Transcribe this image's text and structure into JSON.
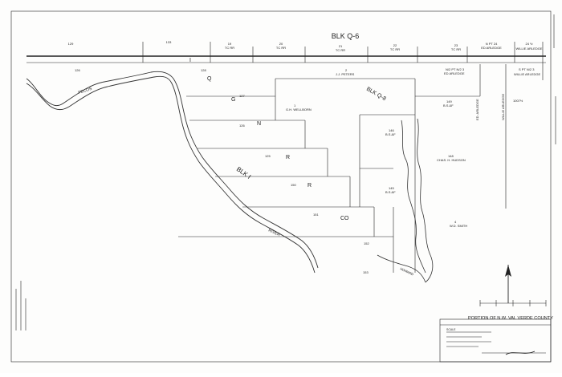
{
  "title_block": {
    "title": "PORTION OF N.W. VAL VERDE COUNTY",
    "scale_label": "SCALE"
  },
  "block_labels": {
    "blk_q6": "BLK Q-6",
    "blk_q8": "BLK Q-8",
    "blk_i": "BLK I",
    "grnrr_letters": [
      "G",
      "N",
      "R",
      "R",
      "CO"
    ],
    "i_letter": "I",
    "q_letter": "Q"
  },
  "top_sections": [
    {
      "num": "129",
      "owner": ""
    },
    {
      "num": "133",
      "owner": ""
    },
    {
      "num": "19",
      "owner": "TC RR"
    },
    {
      "num": "20",
      "owner": "TC RR"
    },
    {
      "num": "21",
      "owner": "TC RR"
    },
    {
      "num": "22",
      "owner": "TC RR"
    },
    {
      "num": "23",
      "owner": "TC RR"
    },
    {
      "num": "N PT 24",
      "owner": "ED ARLEDGE"
    },
    {
      "num": "24 ½",
      "owner": "WILLIE ARLEDGE"
    }
  ],
  "sections": [
    {
      "num": "126",
      "owner": ""
    },
    {
      "num": "128",
      "owner": ""
    },
    {
      "num": "127",
      "owner": ""
    },
    {
      "num": "126",
      "owner": ""
    },
    {
      "num": "125",
      "owner": ""
    },
    {
      "num": "150",
      "owner": ""
    },
    {
      "num": "151",
      "owner": ""
    },
    {
      "num": "152",
      "owner": ""
    },
    {
      "num": "153",
      "owner": ""
    },
    {
      "num": "2",
      "owner": "J.J. PETERS"
    },
    {
      "num": "1",
      "owner": "G.H. WELLBORN"
    },
    {
      "num": "146",
      "owner": "B.S.&F"
    },
    {
      "num": "145",
      "owner": "B.S.&F"
    },
    {
      "num": "149",
      "owner": "B.S.&F"
    },
    {
      "num": "148",
      "owner": "CHAS. H. HUDSON"
    },
    {
      "num": "4",
      "owner": "W.D. SMITH"
    },
    {
      "num": "N/2 PT N/2 3",
      "owner": "ED ARLEDGE"
    },
    {
      "num": "S PT N/2 3",
      "owner": "WILLIE ARLEDGE"
    },
    {
      "num": "1007½",
      "owner": ""
    }
  ],
  "river_labels": {
    "pecos": "PECOS",
    "river": "RIVER",
    "howard": "HOWARD"
  },
  "vertical_labels": {
    "ed_arledge": "ED. ARLEDGE",
    "willie": "WILLIE ARLEDGE"
  },
  "colors": {
    "ink": "#222222",
    "paper": "#fdfdfc"
  }
}
